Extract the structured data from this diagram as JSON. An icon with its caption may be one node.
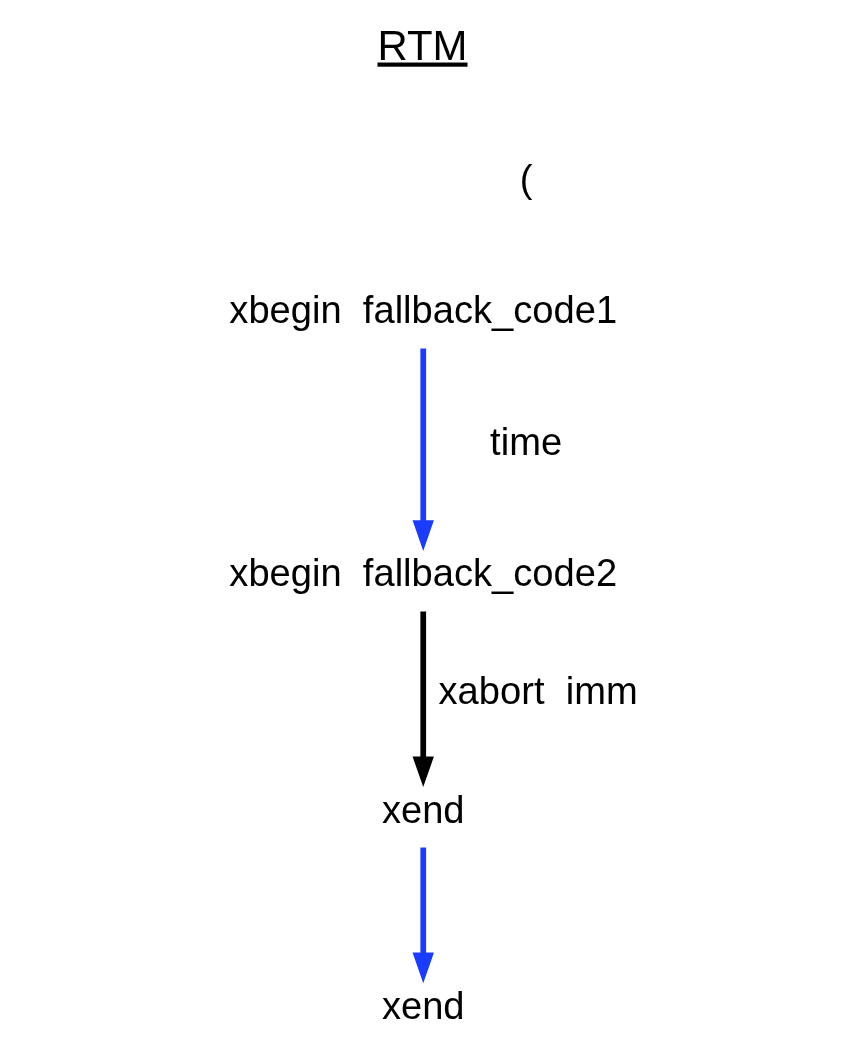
{
  "diagram": {
    "nodes": [
      {
        "text": [
          "xbegin  fallback_code1"
        ]
      },
      {
        "text": [
          "xbegin  fallback_code2"
        ]
      },
      {
        "text": [
          "xend"
        ]
      },
      {
        "text": [
          "xend"
        ]
      }
    ],
    "edges": [
      {
        "from": 0,
        "to": 1,
        "arrow": "to"
      },
      {
        "from": 1,
        "to": 2,
        "arrow": "to",
        "label": "xabort  imm",
        "color": "#000000"
      },
      {
        "from": 2,
        "to": 3,
        "arrow": "to"
      }
    ],
    "labels": [
      "RTM",
      "(",
      "time"
    ]
  }
}
